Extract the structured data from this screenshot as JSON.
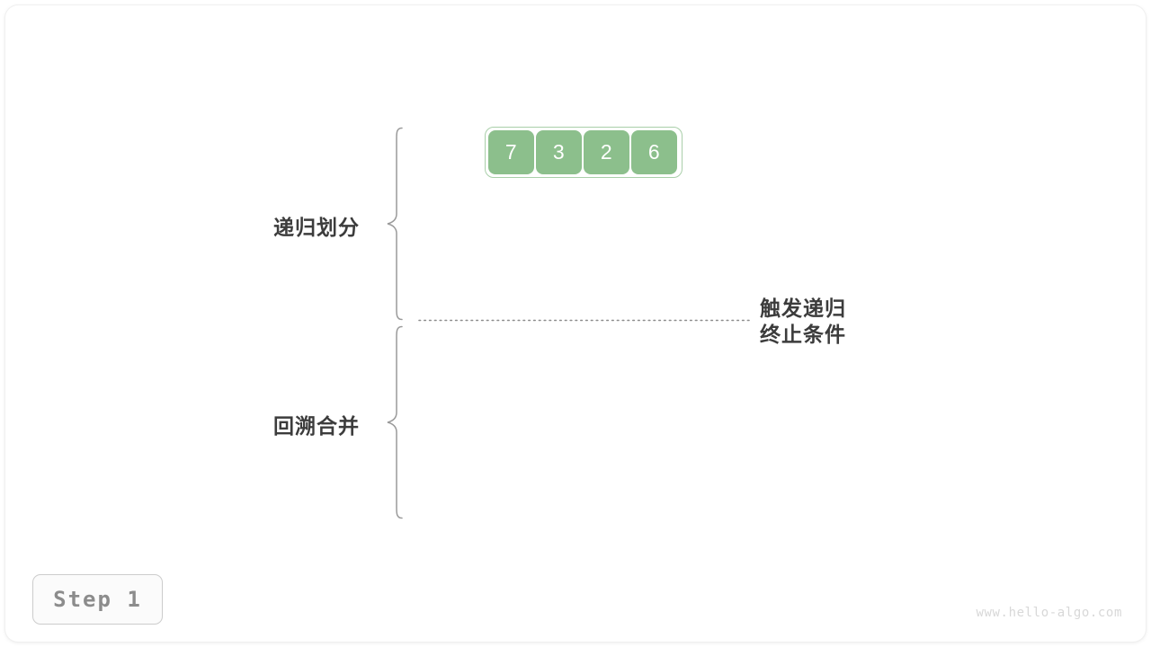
{
  "diagram": {
    "title_watermark": "www.hello-algo.com",
    "step_badge": "Step 1",
    "array": {
      "values": [
        "7",
        "3",
        "2",
        "6"
      ],
      "cell_color": "#8cbf8c",
      "container_border_color": "#a9cfa9",
      "text_color": "#ffffff"
    },
    "labels": {
      "divide": "递归划分",
      "merge": "回溯合并",
      "terminate_line1": "触发递归",
      "terminate_line2": "终止条件"
    },
    "colors": {
      "label_text": "#3c3c3c",
      "brace_stroke": "#9a9a9a",
      "dotted_line": "#8c8c8c",
      "badge_border": "#cccccc",
      "badge_text": "#8c8c8c",
      "watermark_text": "#d8d8d8",
      "background": "#ffffff"
    },
    "braces": {
      "upper_label": "递归划分",
      "lower_label": "回溯合并"
    }
  }
}
